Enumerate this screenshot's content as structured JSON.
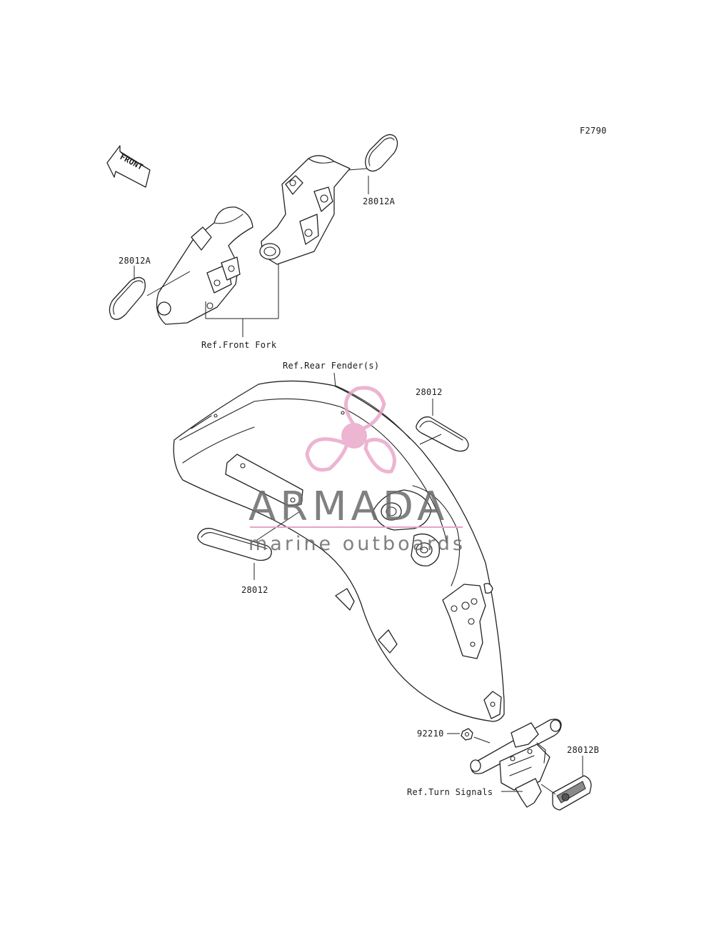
{
  "diagram": {
    "figure_id": "F2790",
    "front_arrow_label": "FRONT"
  },
  "callouts": {
    "reflector_a_right": "28012A",
    "reflector_a_left": "28012A",
    "reflector_upper": "28012",
    "reflector_lower": "28012",
    "nut": "92210",
    "reflector_b": "28012B"
  },
  "references": {
    "front_fork": "Ref.Front Fork",
    "rear_fender": "Ref.Rear Fender(s)",
    "turn_signals": "Ref.Turn Signals"
  },
  "watermark": {
    "brand": "ARMADA",
    "tagline": "marine outboards",
    "colors": {
      "logo_pink": "#e8a3c6",
      "text_gray": "#6b6b6b"
    }
  }
}
